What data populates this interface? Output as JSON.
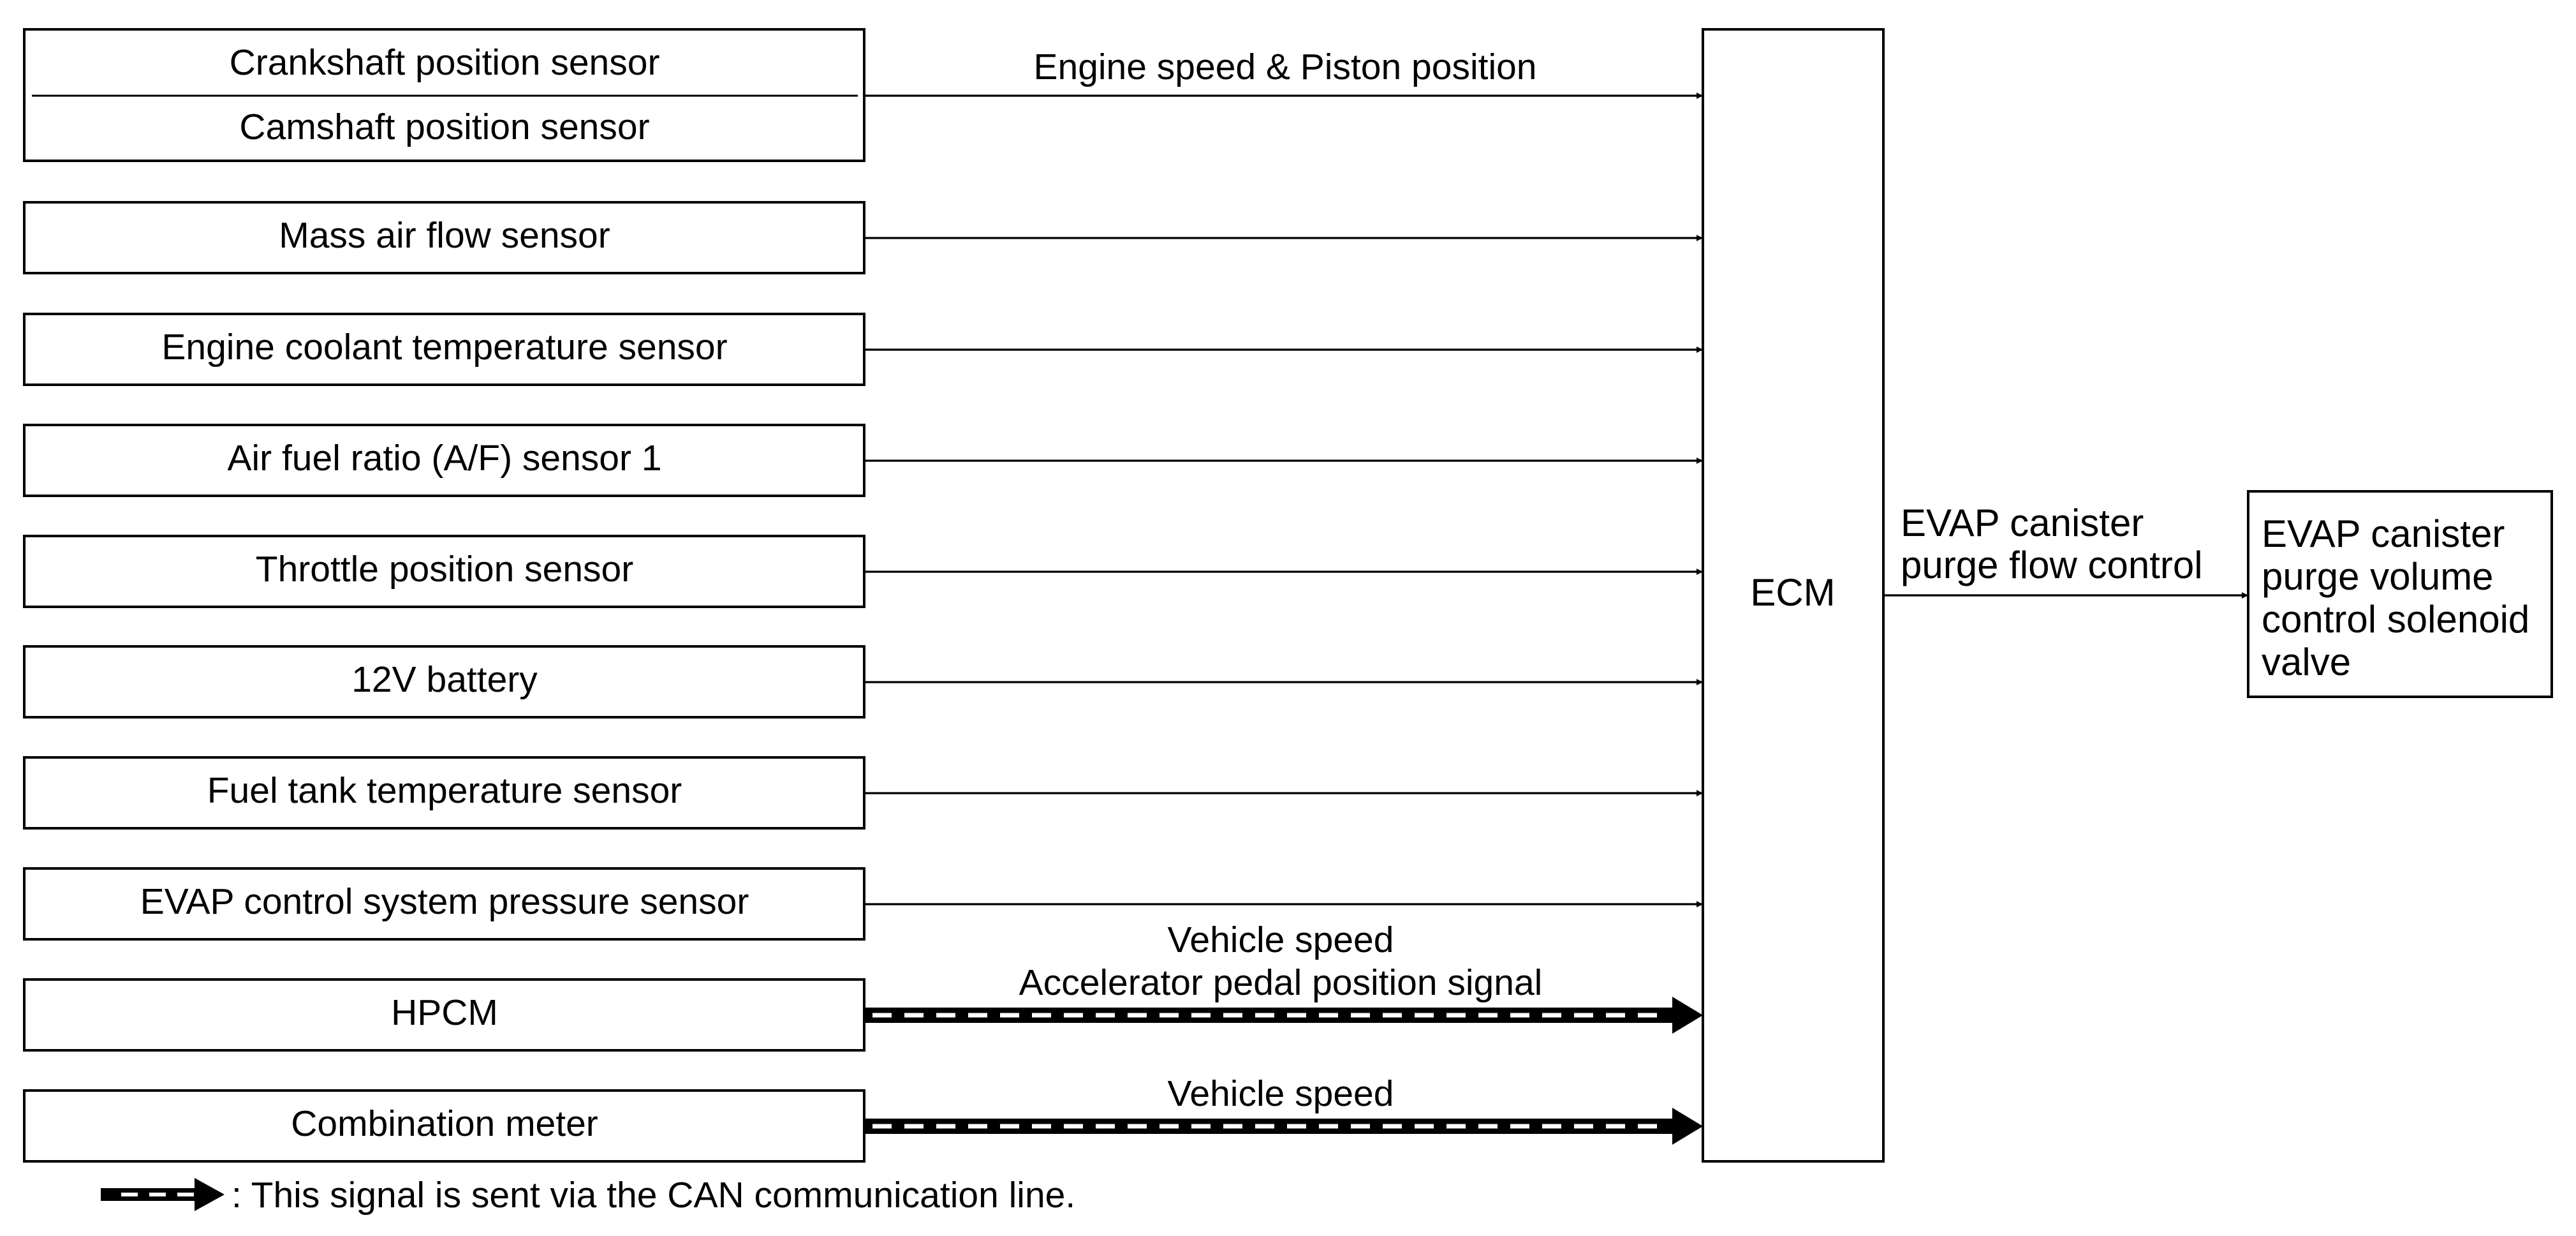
{
  "inputs": [
    {
      "label": "Crankshaft position sensor"
    },
    {
      "label": "Camshaft position sensor"
    },
    {
      "label": "Mass air flow sensor"
    },
    {
      "label": "Engine coolant temperature sensor"
    },
    {
      "label": "Air fuel ratio (A/F) sensor 1"
    },
    {
      "label": "Throttle position sensor"
    },
    {
      "label": "12V battery"
    },
    {
      "label": "Fuel tank temperature sensor"
    },
    {
      "label": "EVAP control system pressure sensor"
    },
    {
      "label": "HPCM"
    },
    {
      "label": "Combination meter"
    }
  ],
  "signals": {
    "engine_speed": "Engine speed & Piston position",
    "hpcm_line1": "Vehicle speed",
    "hpcm_line2": "Accelerator pedal position signal",
    "meter": "Vehicle speed"
  },
  "ecm": {
    "label": "ECM"
  },
  "output_signal": {
    "line1": "EVAP canister",
    "line2": "purge flow control"
  },
  "actuator": {
    "lines": [
      "EVAP canister",
      "purge volume",
      "control solenoid",
      "valve"
    ]
  },
  "legend": {
    "text": ": This signal is sent via the CAN communication line."
  }
}
